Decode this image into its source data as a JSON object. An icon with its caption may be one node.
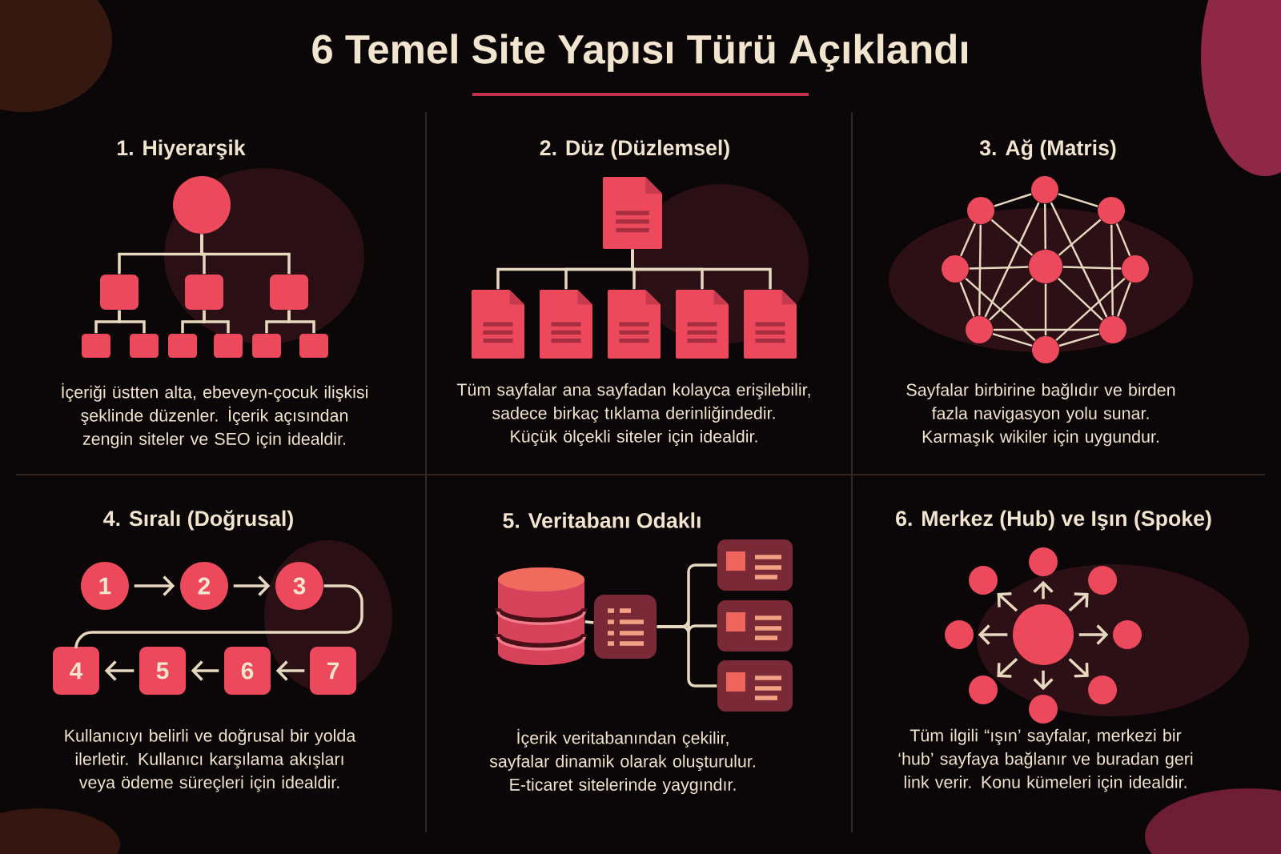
{
  "diagram": {
    "title": "6 Temel Site Yapısı Türü Açıklandı",
    "nodes": [
      {
        "text": [],
        "shape": "circle"
      },
      {
        "text": [],
        "shape": "box"
      },
      {
        "text": [],
        "shape": "box"
      },
      {
        "text": [],
        "shape": "box"
      },
      {
        "text": [],
        "shape": "box"
      },
      {
        "text": [],
        "shape": "box"
      },
      {
        "text": [],
        "shape": "box"
      },
      {
        "text": [],
        "shape": "box"
      },
      {
        "text": [],
        "shape": "box"
      },
      {
        "text": [],
        "shape": "box"
      },
      {
        "text": [],
        "shape": "document"
      },
      {
        "text": [],
        "shape": "document"
      },
      {
        "text": [],
        "shape": "document"
      },
      {
        "text": [],
        "shape": "document"
      },
      {
        "text": [],
        "shape": "document"
      },
      {
        "text": [],
        "shape": "document"
      },
      {
        "text": [],
        "shape": "circle"
      },
      {
        "text": [],
        "shape": "circle"
      },
      {
        "text": [],
        "shape": "circle"
      },
      {
        "text": [],
        "shape": "circle"
      },
      {
        "text": [],
        "shape": "circle"
      },
      {
        "text": [],
        "shape": "circle"
      },
      {
        "text": [],
        "shape": "circle"
      },
      {
        "text": [],
        "shape": "circle"
      },
      {
        "text": [],
        "shape": "circle"
      },
      {
        "text": [
          "1"
        ]
      },
      {
        "text": [
          "2"
        ]
      },
      {
        "text": [
          "3"
        ]
      },
      {
        "text": [
          "4"
        ]
      },
      {
        "text": [
          "5"
        ]
      },
      {
        "text": [
          "6"
        ]
      },
      {
        "text": [
          "7"
        ]
      },
      {
        "text": [],
        "shape": "cylinder"
      },
      {
        "text": [],
        "shape": "box"
      },
      {
        "text": [],
        "shape": "box"
      },
      {
        "text": [],
        "shape": "box"
      },
      {
        "text": [],
        "shape": "box"
      },
      {
        "text": [],
        "shape": "circle"
      },
      {
        "text": [],
        "shape": "circle"
      },
      {
        "text": [],
        "shape": "circle"
      },
      {
        "text": [],
        "shape": "circle"
      },
      {
        "text": [],
        "shape": "circle"
      },
      {
        "text": [],
        "shape": "circle"
      },
      {
        "text": [],
        "shape": "circle"
      },
      {
        "text": [],
        "shape": "circle"
      },
      {
        "text": [],
        "shape": "circle"
      }
    ],
    "edges": [
      {
        "from": 0,
        "to": 1,
        "arrow": "none"
      },
      {
        "from": 0,
        "to": 2,
        "arrow": "none"
      },
      {
        "from": 0,
        "to": 3,
        "arrow": "none"
      },
      {
        "from": 1,
        "to": 4,
        "arrow": "none"
      },
      {
        "from": 1,
        "to": 5,
        "arrow": "none"
      },
      {
        "from": 2,
        "to": 6,
        "arrow": "none"
      },
      {
        "from": 2,
        "to": 7,
        "arrow": "none"
      },
      {
        "from": 3,
        "to": 8,
        "arrow": "none"
      },
      {
        "from": 3,
        "to": 9,
        "arrow": "none"
      },
      {
        "from": 10,
        "to": 11,
        "arrow": "none"
      },
      {
        "from": 10,
        "to": 12,
        "arrow": "none"
      },
      {
        "from": 10,
        "to": 13,
        "arrow": "none"
      },
      {
        "from": 10,
        "to": 14,
        "arrow": "none"
      },
      {
        "from": 10,
        "to": 15,
        "arrow": "none"
      },
      {
        "from": 16,
        "to": 17,
        "arrow": "none"
      },
      {
        "from": 16,
        "to": 18,
        "arrow": "none"
      },
      {
        "from": 17,
        "to": 19,
        "arrow": "none"
      },
      {
        "from": 18,
        "to": 21,
        "arrow": "none"
      },
      {
        "from": 19,
        "to": 22,
        "arrow": "none"
      },
      {
        "from": 21,
        "to": 23,
        "arrow": "none"
      },
      {
        "from": 22,
        "to": 24,
        "arrow": "none"
      },
      {
        "from": 23,
        "to": 24,
        "arrow": "none"
      },
      {
        "from": 20,
        "to": 16,
        "arrow": "none"
      },
      {
        "from": 20,
        "to": 17,
        "arrow": "none"
      },
      {
        "from": 20,
        "to": 18,
        "arrow": "none"
      },
      {
        "from": 20,
        "to": 19,
        "arrow": "none"
      },
      {
        "from": 20,
        "to": 21,
        "arrow": "none"
      },
      {
        "from": 20,
        "to": 22,
        "arrow": "none"
      },
      {
        "from": 20,
        "to": 23,
        "arrow": "none"
      },
      {
        "from": 20,
        "to": 24,
        "arrow": "none"
      },
      {
        "from": 16,
        "to": 22,
        "arrow": "none"
      },
      {
        "from": 16,
        "to": 23,
        "arrow": "none"
      },
      {
        "from": 17,
        "to": 22,
        "arrow": "none"
      },
      {
        "from": 18,
        "to": 23,
        "arrow": "none"
      },
      {
        "from": 19,
        "to": 24,
        "arrow": "none"
      },
      {
        "from": 21,
        "to": 24,
        "arrow": "none"
      },
      {
        "from": 22,
        "to": 23,
        "arrow": "none"
      },
      {
        "from": 25,
        "to": 26,
        "arrow": "to"
      },
      {
        "from": 26,
        "to": 27,
        "arrow": "to"
      },
      {
        "from": 27,
        "to": 28,
        "arrow": "none"
      },
      {
        "from": 31,
        "to": 30,
        "arrow": "to"
      },
      {
        "from": 30,
        "to": 29,
        "arrow": "to"
      },
      {
        "from": 29,
        "to": 28,
        "arrow": "to"
      },
      {
        "from": 32,
        "to": 33,
        "arrow": "none"
      },
      {
        "from": 33,
        "to": 34,
        "arrow": "none"
      },
      {
        "from": 33,
        "to": 35,
        "arrow": "none"
      },
      {
        "from": 33,
        "to": 36,
        "arrow": "none"
      },
      {
        "from": 41,
        "to": 37,
        "arrow": "to"
      },
      {
        "from": 41,
        "to": 38,
        "arrow": "to"
      },
      {
        "from": 41,
        "to": 39,
        "arrow": "to"
      },
      {
        "from": 41,
        "to": 40,
        "arrow": "to"
      },
      {
        "from": 41,
        "to": 42,
        "arrow": "to"
      },
      {
        "from": 41,
        "to": 43,
        "arrow": "to"
      },
      {
        "from": 41,
        "to": 44,
        "arrow": "to"
      },
      {
        "from": 41,
        "to": 45,
        "arrow": "to"
      }
    ],
    "labels": [
      "1. Hiyerarşik",
      "İçeriği üstten alta, ebeveyn-çocuk ilişkisi şeklinde düzenler. İçerik açısından zengin siteler ve SEO için idealdir.",
      "2. Düz (Düzlemsel)",
      "Tüm sayfalar ana sayfadan kolayca erişilebilir, sadece birkaç tıklama derinliğindedir. Küçük ölçekli siteler için idealdir.",
      "3. Ağ (Matris)",
      "Sayfalar birbirine bağlıdır ve birden fazla navigasyon yolu sunar. Karmaşık wikiler için uygundur.",
      "4. Sıralı (Doğrusal)",
      "Kullanıcıyı belirli ve doğrusal bir yolda ilerletir. Kullanıcı karşılama akışları veya ödeme süreçleri için idealdir.",
      "5. Veritabanı Odaklı",
      "İçerik veritabanından çekilir, sayfalar dinamik olarak oluşturulur. E-ticaret sitelerinde yaygındır.",
      "6. Merkez (Hub) ve Işın (Spoke)",
      "Tüm ilgili “ışın’ sayfalar, merkezi bir ‘hub’ sayfaya bağlanır ve buradan geri link verir. Konu kümeleri için idealdir."
    ]
  }
}
